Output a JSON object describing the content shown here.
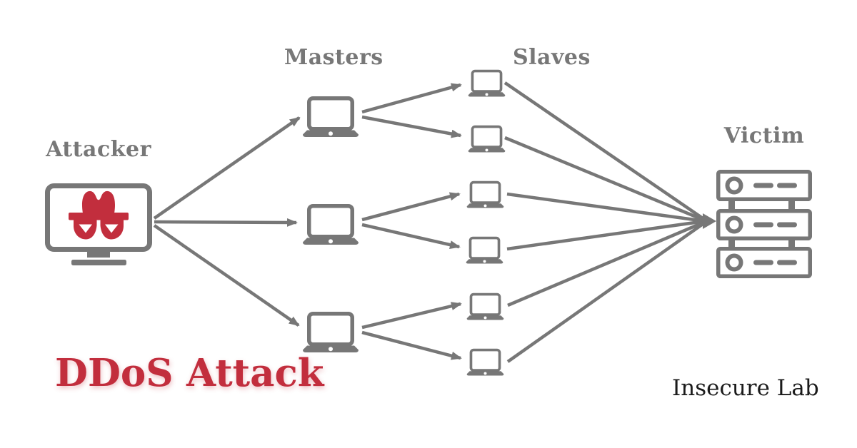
{
  "title": {
    "text": "DDoS Attack",
    "color": "#c22e3d"
  },
  "brand": {
    "text": "Insecure Lab",
    "color": "#1b1b1b"
  },
  "colors": {
    "diagram_gray": "#777777",
    "accent_red": "#c22e3d",
    "background": "#ffffff",
    "icon_screen_fill": "#ffffff"
  },
  "nodes": {
    "attacker": {
      "label": "Attacker",
      "icon": "hacker-spy-monitor-icon",
      "count": 1
    },
    "masters": {
      "label": "Masters",
      "icon": "laptop-icon",
      "count": 3
    },
    "slaves": {
      "label": "Slaves",
      "icon": "laptop-icon",
      "count": 6
    },
    "victim": {
      "label": "Victim",
      "icon": "server-rack-icon",
      "count": 1
    }
  },
  "icons": {
    "attacker": "hacker-spy-monitor-icon",
    "spy": "incognito-spy-icon",
    "master": "laptop-icon",
    "slave": "laptop-icon",
    "victim": "server-rack-icon",
    "connector": "arrow-icon"
  },
  "edges": [
    {
      "from": "attacker",
      "to": "master-1"
    },
    {
      "from": "attacker",
      "to": "master-2"
    },
    {
      "from": "attacker",
      "to": "master-3"
    },
    {
      "from": "master-1",
      "to": "slave-1"
    },
    {
      "from": "master-1",
      "to": "slave-2"
    },
    {
      "from": "master-2",
      "to": "slave-3"
    },
    {
      "from": "master-2",
      "to": "slave-4"
    },
    {
      "from": "master-3",
      "to": "slave-5"
    },
    {
      "from": "master-3",
      "to": "slave-6"
    },
    {
      "from": "slave-1",
      "to": "victim"
    },
    {
      "from": "slave-2",
      "to": "victim"
    },
    {
      "from": "slave-3",
      "to": "victim"
    },
    {
      "from": "slave-4",
      "to": "victim"
    },
    {
      "from": "slave-5",
      "to": "victim"
    },
    {
      "from": "slave-6",
      "to": "victim"
    }
  ]
}
